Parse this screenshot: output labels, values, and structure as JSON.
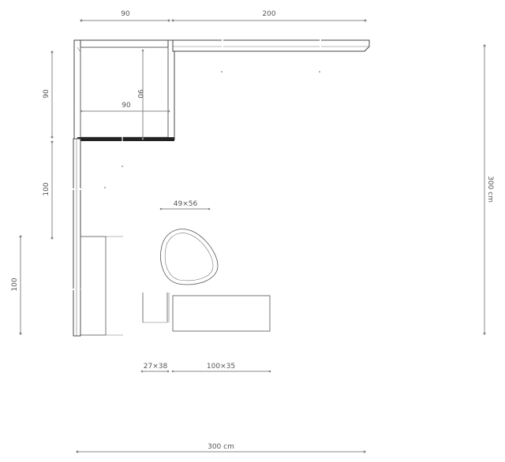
{
  "dimensions": {
    "top_left": "90",
    "top_right": "200",
    "left_upper": "90",
    "left_middle": "100",
    "left_lower": "100",
    "right_total": "300 cm",
    "bottom_total": "300 cm",
    "inner_width": "90",
    "inner_height": "90",
    "pouf": "49×56",
    "side_table": "27×38",
    "coffee_table": "100×35"
  }
}
